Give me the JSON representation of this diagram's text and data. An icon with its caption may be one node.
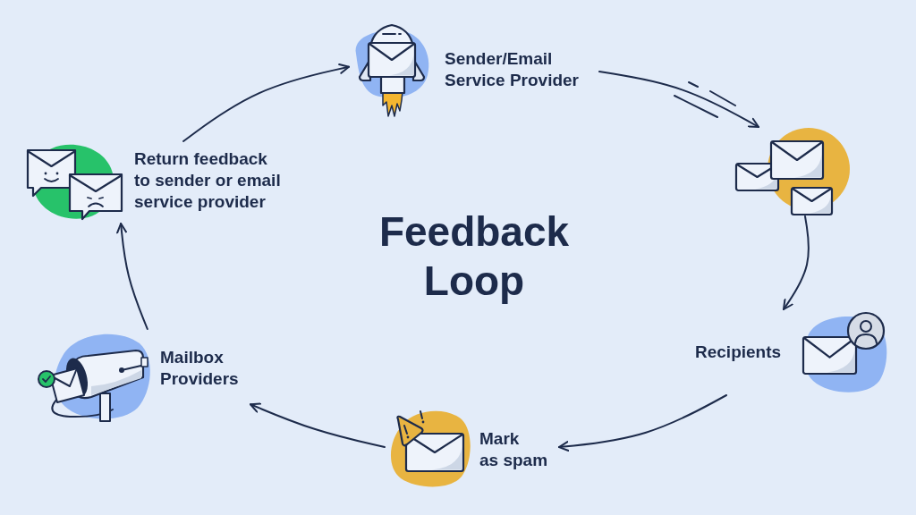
{
  "diagram": {
    "title": "Feedback Loop",
    "nodes": [
      {
        "text": [
          "Sender/Email Service Provider"
        ]
      },
      {
        "text": [],
        "shape": "picture"
      },
      {
        "text": [
          "Recipients"
        ]
      },
      {
        "text": [
          "Mark as spam"
        ]
      },
      {
        "text": [
          "Mailbox Providers"
        ]
      },
      {
        "text": [
          "Return feedback to sender or email service provider"
        ]
      }
    ],
    "edges": [
      {
        "from": 0,
        "to": 1,
        "arrow": "to"
      },
      {
        "from": 1,
        "to": 2,
        "arrow": "to"
      },
      {
        "from": 2,
        "to": 3,
        "arrow": "to"
      },
      {
        "from": 3,
        "to": 4,
        "arrow": "to"
      },
      {
        "from": 4,
        "to": 5,
        "arrow": "to"
      },
      {
        "from": 5,
        "to": 0,
        "arrow": "to"
      }
    ]
  }
}
